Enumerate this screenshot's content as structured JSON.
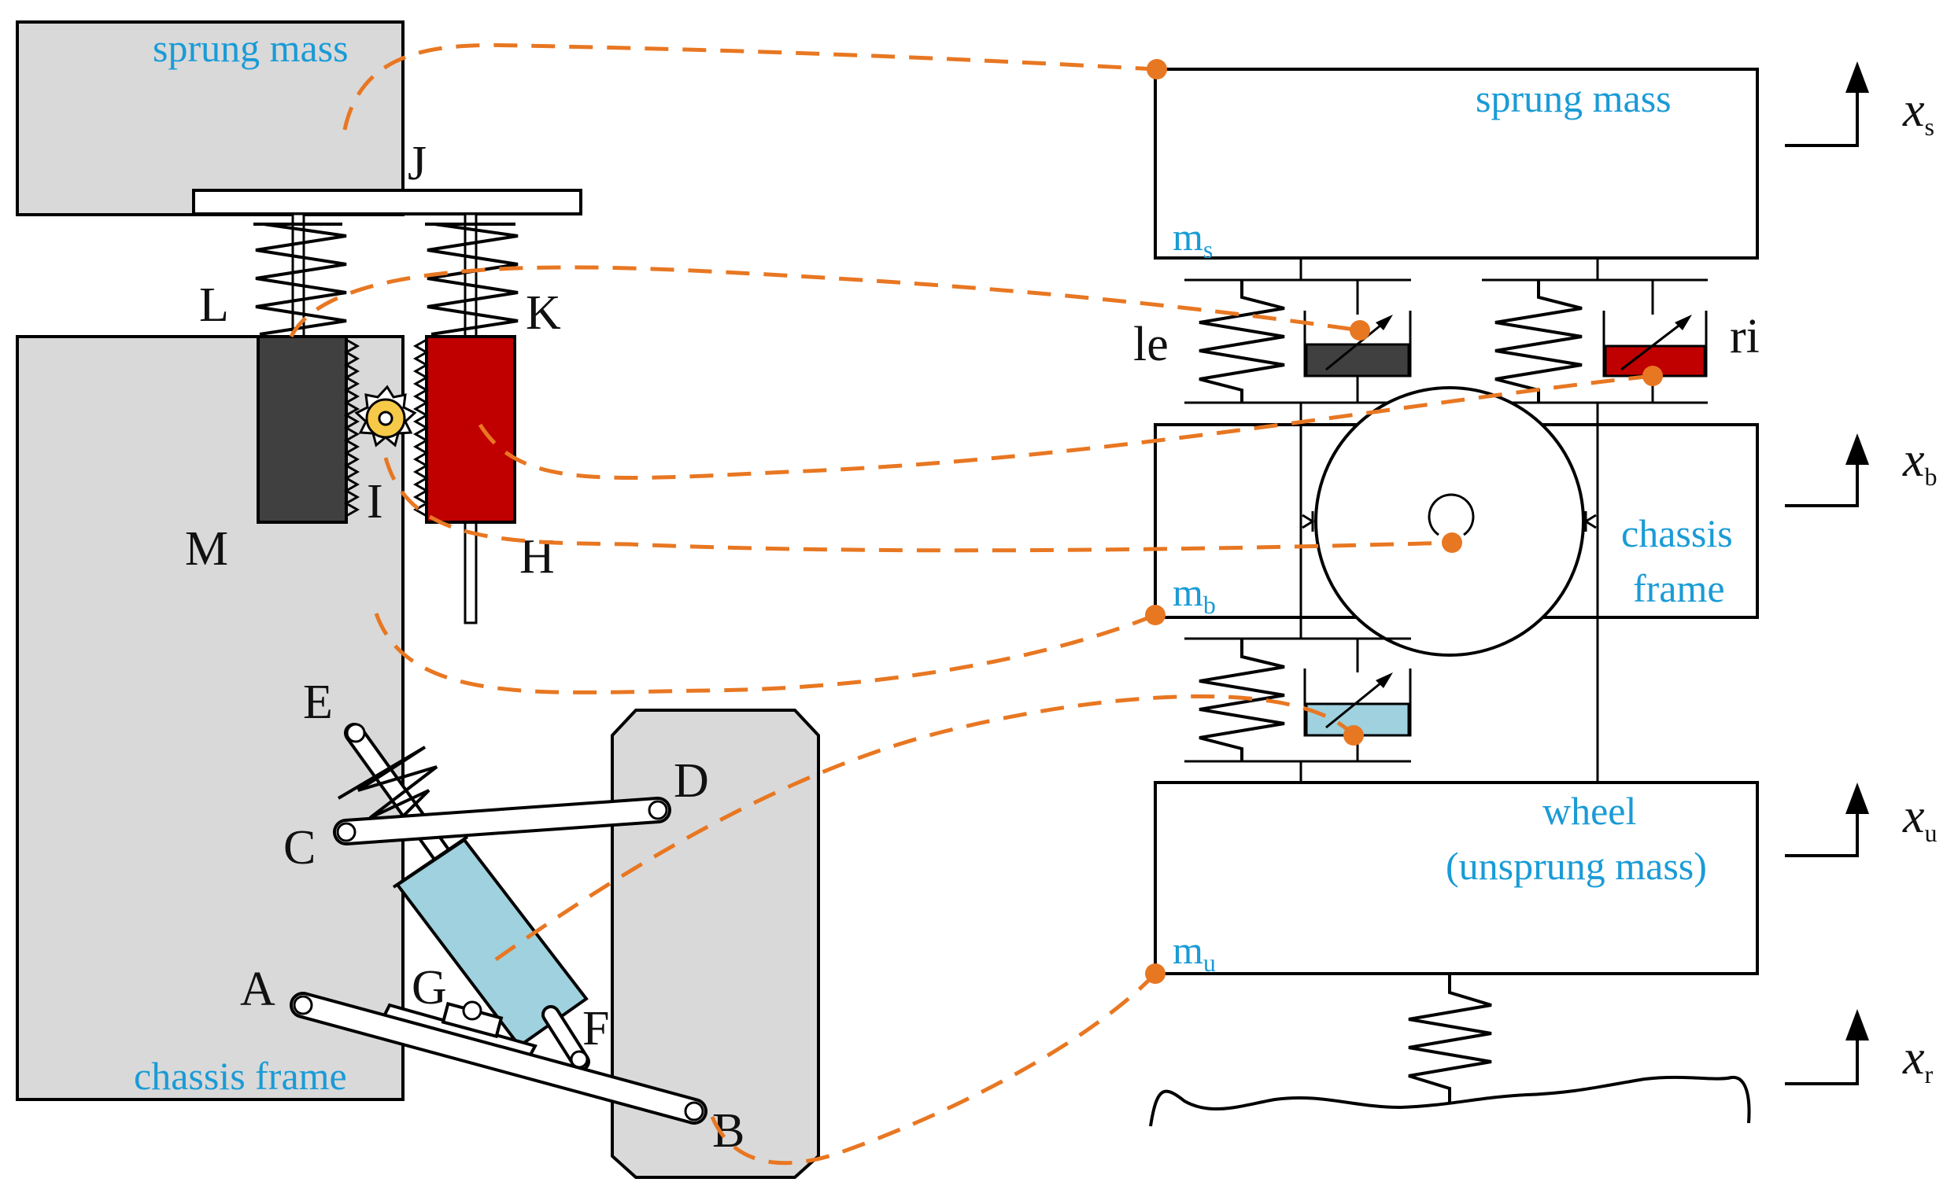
{
  "left": {
    "sprung_mass_label": "sprung mass",
    "chassis_frame_label": "chassis frame",
    "points": {
      "J": "J",
      "L": "L",
      "K": "K",
      "M": "M",
      "I": "I",
      "H": "H",
      "E": "E",
      "C": "C",
      "D": "D",
      "A": "A",
      "G": "G",
      "F": "F",
      "B": "B"
    }
  },
  "right": {
    "sprung_mass_label": "sprung mass",
    "ms": {
      "base": "m",
      "sub": "s"
    },
    "chassis_label_line1": "chassis",
    "chassis_label_line2": "frame",
    "mb": {
      "base": "m",
      "sub": "b"
    },
    "wheel_label_line1": "wheel",
    "wheel_label_line2": "(unsprung mass)",
    "mu": {
      "base": "m",
      "sub": "u"
    },
    "le": "le",
    "ri": "ri",
    "coords": [
      {
        "base": "x",
        "sub": "s"
      },
      {
        "base": "x",
        "sub": "b"
      },
      {
        "base": "x",
        "sub": "u"
      },
      {
        "base": "x",
        "sub": "r"
      }
    ]
  },
  "colors": {
    "mass_fill": "#d9d9d9",
    "dark_rack": "#404040",
    "red_rack": "#c00000",
    "damper_blue": "#9fd1de",
    "gear": "#f7c948",
    "connector": "#e87722",
    "label_blue": "#1a9bd6"
  }
}
